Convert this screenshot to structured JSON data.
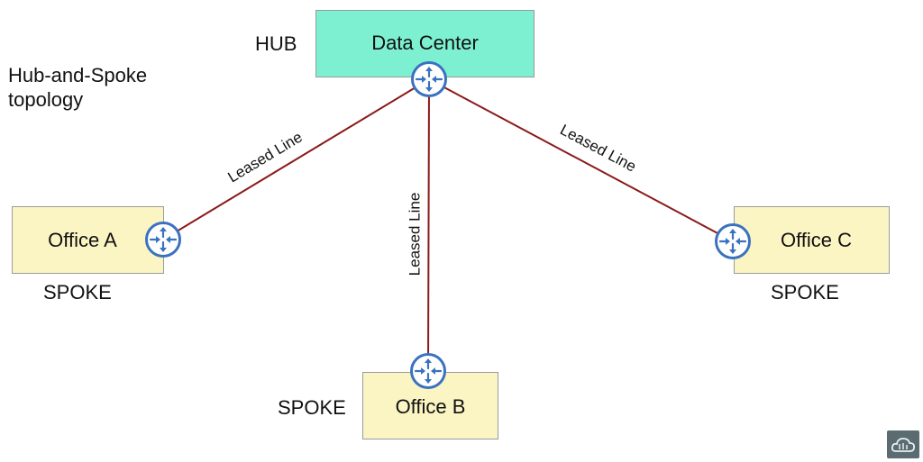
{
  "title_lines": [
    "Hub-and-Spoke",
    "topology"
  ],
  "hub": {
    "role_label": "HUB",
    "name": "Data Center",
    "fill_color": "#7ef0d2",
    "router_icon": "router-icon"
  },
  "spokes": [
    {
      "id": "office-a",
      "name": "Office A",
      "role_label": "SPOKE",
      "router_icon": "router-icon"
    },
    {
      "id": "office-b",
      "name": "Office B",
      "role_label": "SPOKE",
      "router_icon": "router-icon"
    },
    {
      "id": "office-c",
      "name": "Office C",
      "role_label": "SPOKE",
      "router_icon": "router-icon"
    }
  ],
  "links": [
    {
      "from": "Data Center",
      "to": "Office A",
      "label": "Leased Line"
    },
    {
      "from": "Data Center",
      "to": "Office B",
      "label": "Leased Line"
    },
    {
      "from": "Data Center",
      "to": "Office C",
      "label": "Leased Line"
    }
  ],
  "colors": {
    "office_fill": "#fbf5c4",
    "link_color": "#8b1a1a",
    "router_blue": "#3a72c0"
  },
  "corner_logo_icon": "cloud-logo-icon"
}
